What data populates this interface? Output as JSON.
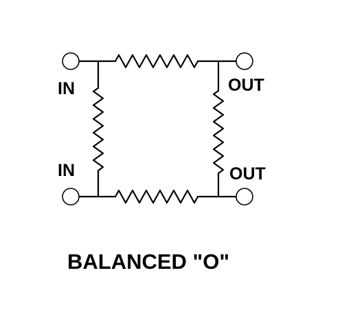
{
  "labels": {
    "in_top": "IN",
    "in_bottom": "IN",
    "out_top": "OUT",
    "out_bottom": "OUT"
  },
  "caption": "BALANCED \"O\"",
  "components": [
    {
      "type": "resistor",
      "orientation": "horizontal",
      "position": "top"
    },
    {
      "type": "resistor",
      "orientation": "horizontal",
      "position": "bottom"
    },
    {
      "type": "resistor",
      "orientation": "vertical",
      "position": "left"
    },
    {
      "type": "resistor",
      "orientation": "vertical",
      "position": "right"
    }
  ],
  "terminals": [
    "in-top",
    "in-bottom",
    "out-top",
    "out-bottom"
  ],
  "colors": {
    "stroke": "#000000",
    "background": "#ffffff"
  }
}
